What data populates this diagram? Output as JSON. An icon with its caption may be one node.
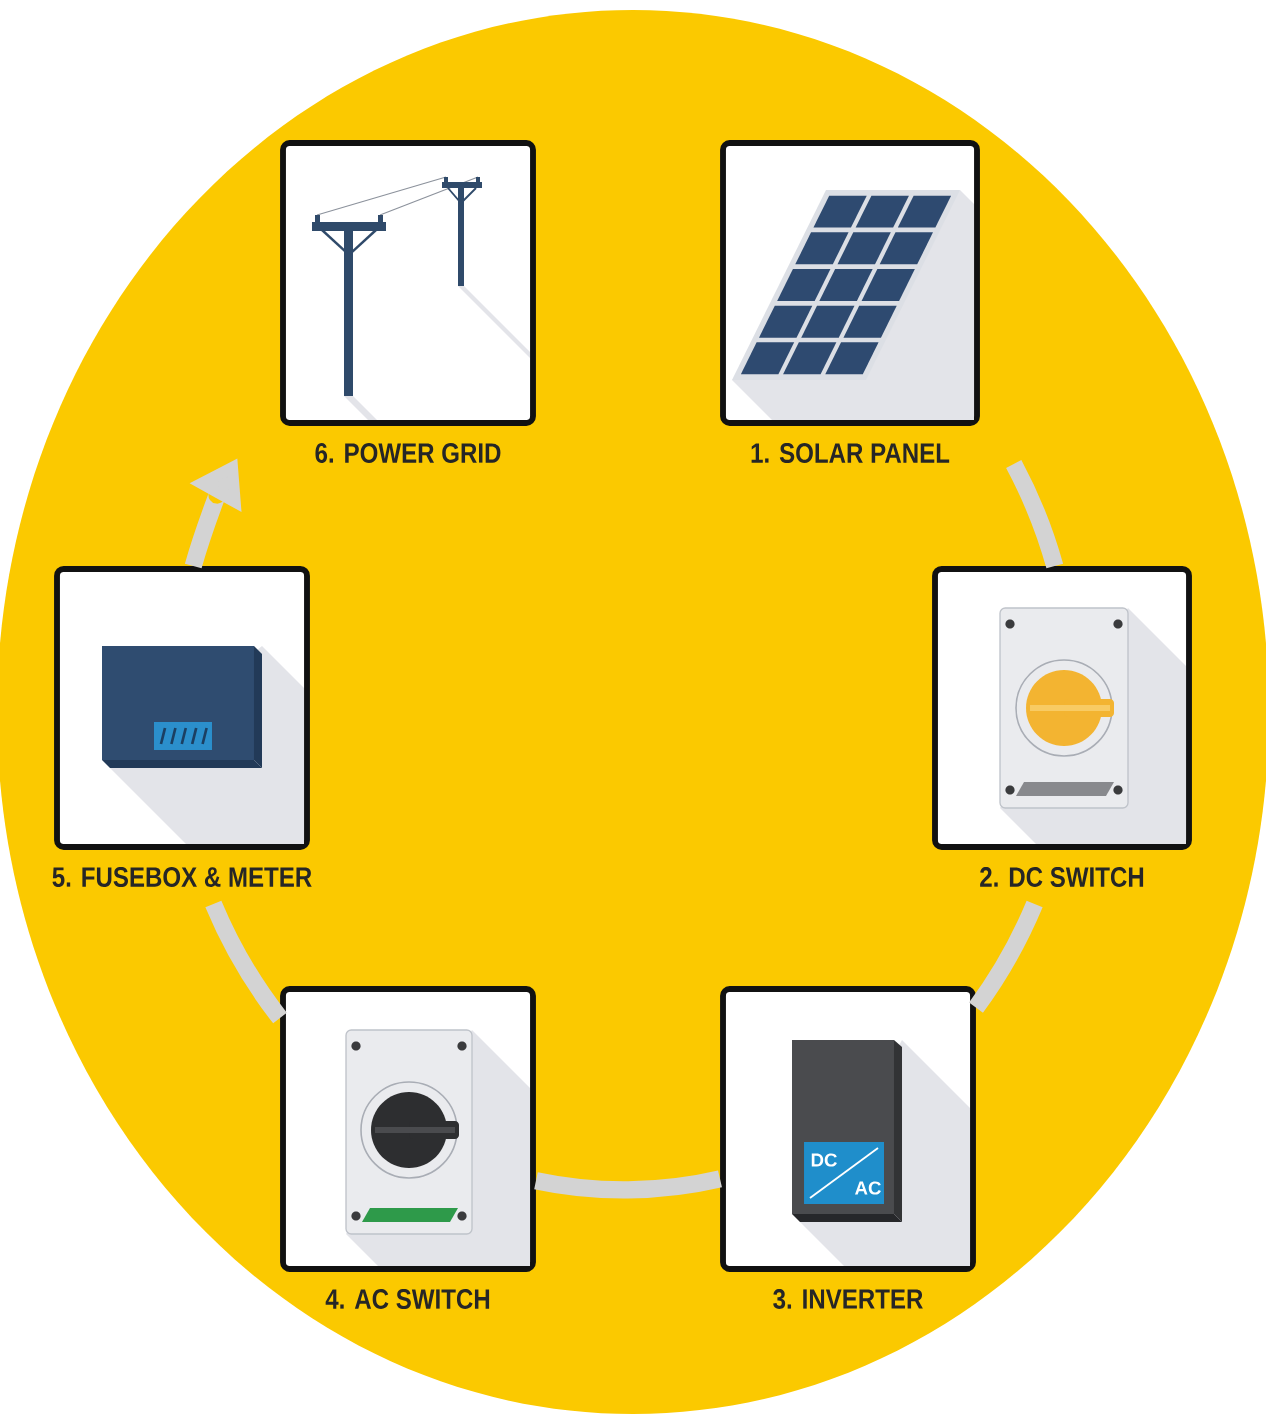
{
  "diagram": {
    "nodes": [
      {
        "text": [
          "1. SOLAR PANEL"
        ]
      },
      {
        "text": [
          "2. DC SWITCH"
        ]
      },
      {
        "text": [
          "3. INVERTER"
        ]
      },
      {
        "text": [
          "4. AC SWITCH"
        ]
      },
      {
        "text": [
          "5. FUSEBOX & METER"
        ]
      },
      {
        "text": [
          "6. POWER GRID"
        ]
      }
    ],
    "edges": [
      {
        "from": 0,
        "to": 1,
        "arrow": "none"
      },
      {
        "from": 1,
        "to": 2,
        "arrow": "none"
      },
      {
        "from": 2,
        "to": 3,
        "arrow": "none"
      },
      {
        "from": 3,
        "to": 4,
        "arrow": "none"
      },
      {
        "from": 4,
        "to": 5,
        "arrow": "to"
      }
    ],
    "labels": [
      "DC",
      "AC"
    ]
  }
}
